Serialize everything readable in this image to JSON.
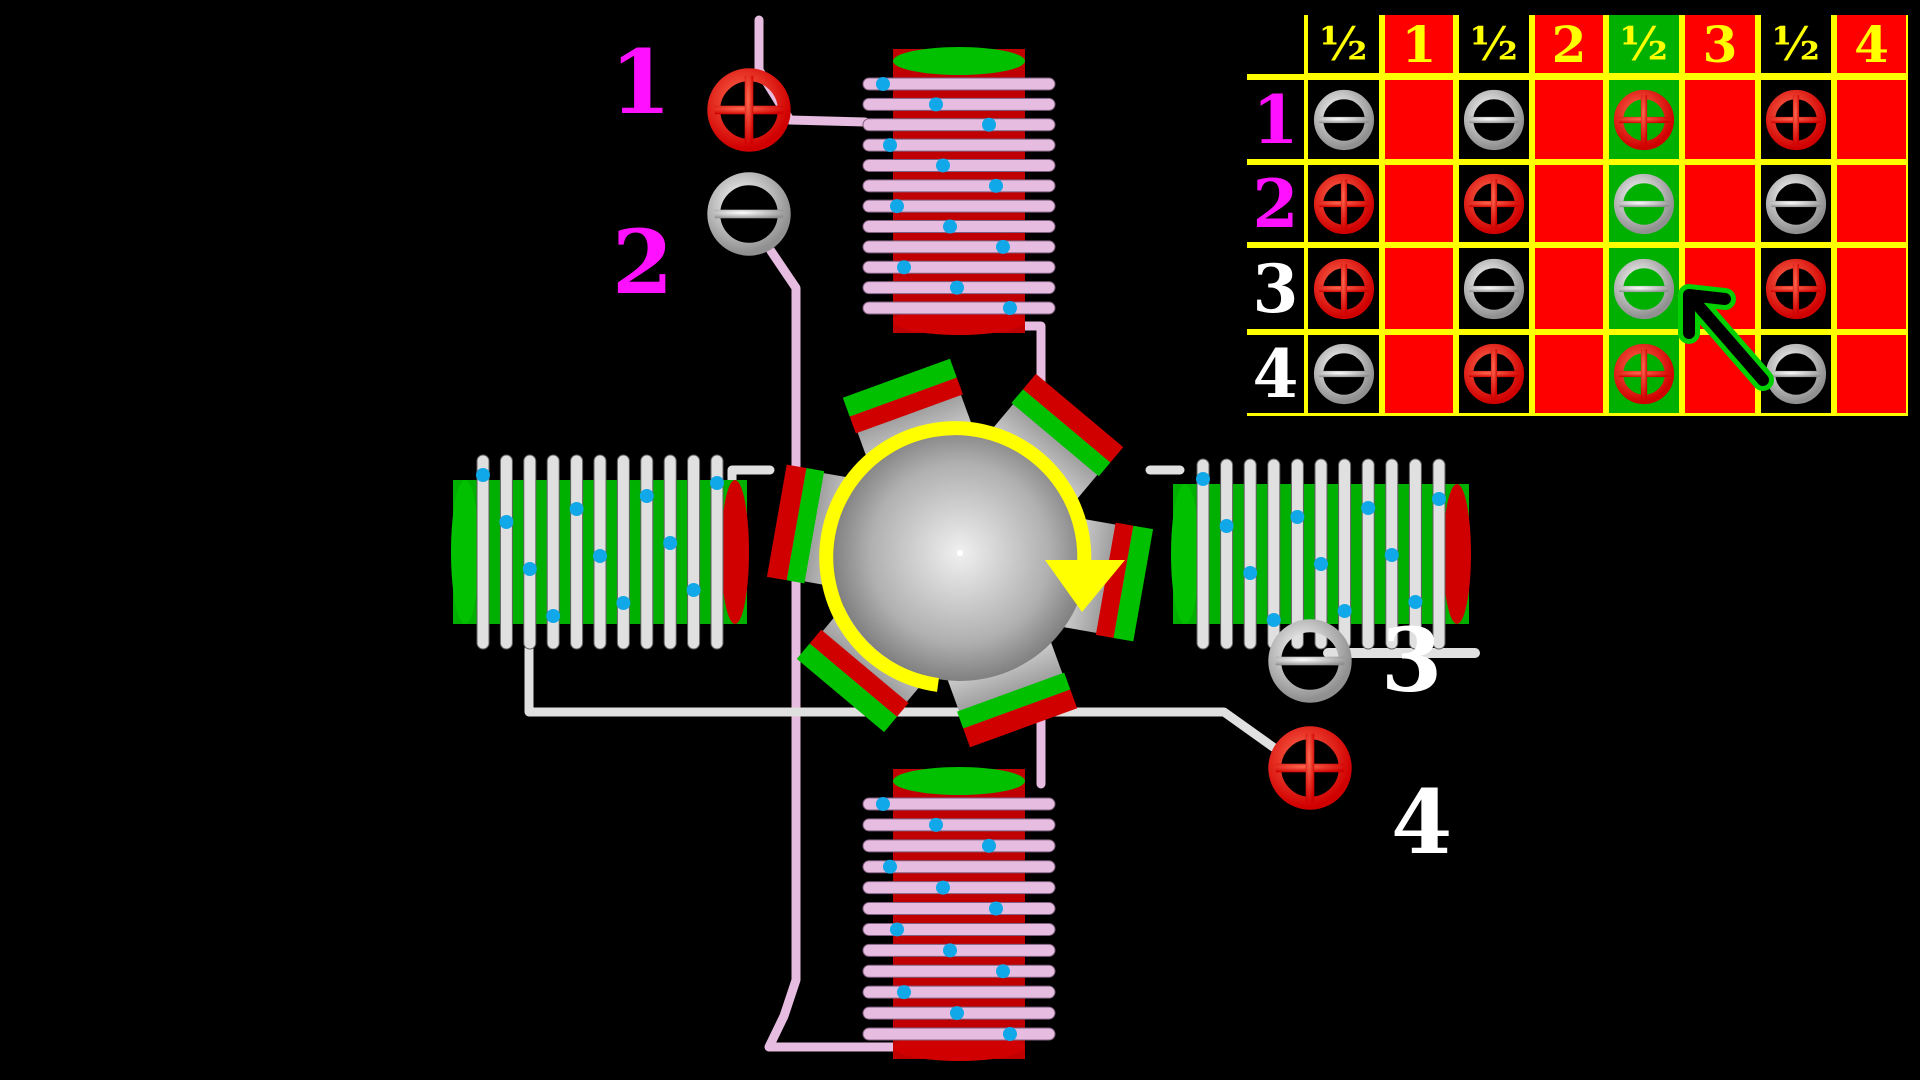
{
  "colors": {
    "background": "#000000",
    "plus_switch": "#ff2010",
    "minus_switch": "#c8c8c8",
    "grid_line": "#ffff00",
    "label_magenta": "#ff10ff",
    "label_white": "#ffffff",
    "rotation_arrow": "#ffff00",
    "highlight_column": "#00b000",
    "coil_wire_pink": "#e6bce0",
    "coil_wire_white": "#e0e0e0",
    "contact_dot": "#10a8e8"
  },
  "coil_labels": [
    {
      "text": "1",
      "color": "#ff10ff",
      "switch": "plus"
    },
    {
      "text": "2",
      "color": "#ff10ff",
      "switch": "minus"
    },
    {
      "text": "3",
      "color": "#ffffff",
      "switch": "minus"
    },
    {
      "text": "4",
      "color": "#ffffff",
      "switch": "plus"
    }
  ],
  "rotation": "clockwise",
  "step_table": {
    "columns": [
      {
        "label": "½",
        "type": "half",
        "highlighted": false
      },
      {
        "label": "1",
        "type": "full",
        "highlighted": false
      },
      {
        "label": "½",
        "type": "half",
        "highlighted": false
      },
      {
        "label": "2",
        "type": "full",
        "highlighted": false
      },
      {
        "label": "½",
        "type": "half",
        "highlighted": true
      },
      {
        "label": "3",
        "type": "full",
        "highlighted": false
      },
      {
        "label": "½",
        "type": "half",
        "highlighted": false
      },
      {
        "label": "4",
        "type": "full",
        "highlighted": false
      }
    ],
    "rows": [
      {
        "label": "1",
        "color": "#ff10ff",
        "states": [
          "minus",
          "",
          "minus",
          "",
          "plus",
          "",
          "plus",
          ""
        ]
      },
      {
        "label": "2",
        "color": "#ff10ff",
        "states": [
          "plus",
          "",
          "plus",
          "",
          "minus",
          "",
          "minus",
          ""
        ]
      },
      {
        "label": "3",
        "color": "#ffffff",
        "states": [
          "plus",
          "",
          "minus",
          "",
          "minus",
          "",
          "plus",
          ""
        ]
      },
      {
        "label": "4",
        "color": "#ffffff",
        "states": [
          "minus",
          "",
          "plus",
          "",
          "plus",
          "",
          "minus",
          ""
        ]
      }
    ],
    "pointer": {
      "row": 3,
      "column": 5
    }
  }
}
